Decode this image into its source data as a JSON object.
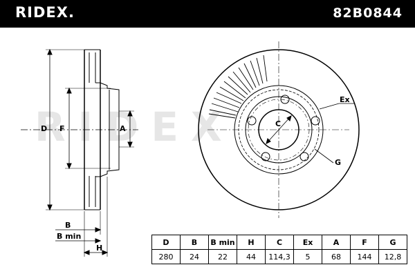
{
  "header": {
    "brand": "RIDEX.",
    "part_number": "82B0844"
  },
  "watermark": "RIDEX",
  "labels": {
    "D": "D",
    "F": "F",
    "A": "A",
    "C": "C",
    "Ex": "Ex",
    "G": "G",
    "B": "B",
    "Bmin": "B min",
    "H": "H"
  },
  "spec_table": {
    "headers": [
      "D",
      "B",
      "B min",
      "H",
      "C",
      "Ex",
      "A",
      "F",
      "G"
    ],
    "values": [
      "280",
      "24",
      "22",
      "44",
      "114,3",
      "5",
      "68",
      "144",
      "12,8"
    ]
  }
}
